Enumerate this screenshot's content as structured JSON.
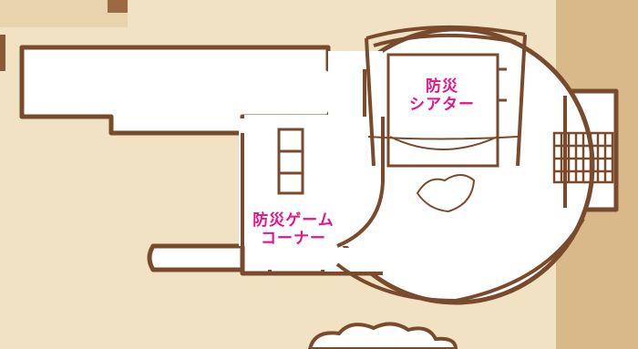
{
  "map": {
    "background_color": "#f2e2c4",
    "wall_color": "#7a4a2c",
    "floor_color": "#ffffff",
    "label_color": "#e8128a",
    "outside_color": "#d9b98a"
  },
  "rooms": [
    {
      "id": "theater",
      "line1": "防災",
      "line2": "シアター"
    },
    {
      "id": "game-corner",
      "line1": "防災ゲーム",
      "line2": "コーナー"
    }
  ]
}
